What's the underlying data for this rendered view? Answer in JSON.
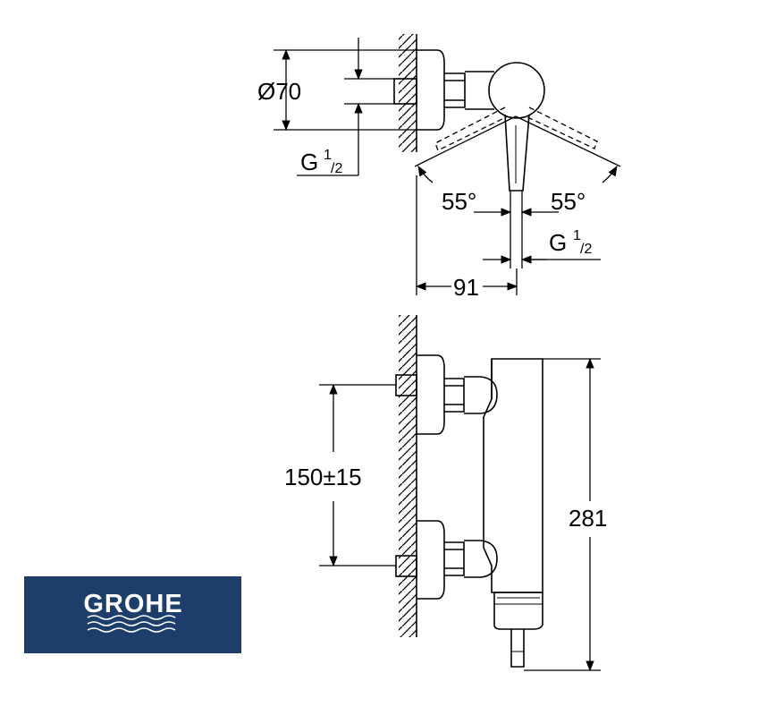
{
  "diagram": {
    "top_view": {
      "diameter_label": "Ø70",
      "thread_left_label": "G",
      "thread_left_sup": "1",
      "thread_left_sub": "/2",
      "angle_left_label": "55°",
      "angle_right_label": "55°",
      "thread_right_label": "G",
      "thread_right_sup": "1",
      "thread_right_sub": "/2",
      "depth_label": "91"
    },
    "side_view": {
      "spacing_label": "150±15",
      "height_label": "281"
    }
  },
  "logo": {
    "brand_text": "GROHE",
    "background_color": "#1d3d6b",
    "text_color": "#ffffff"
  }
}
